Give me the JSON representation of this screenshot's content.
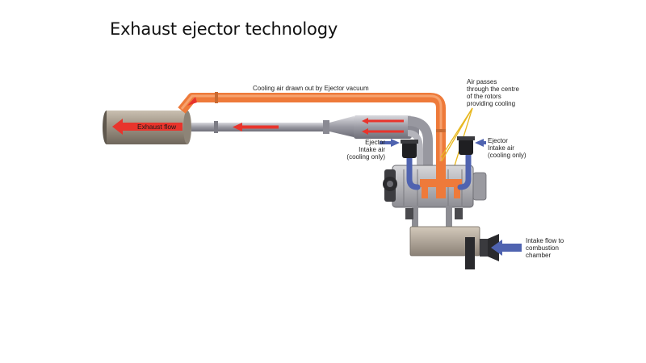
{
  "slide": {
    "title": "Exhaust ejector technology"
  },
  "diagram": {
    "labels": {
      "cooling_air": "Cooling air drawn out by Ejector vacuum",
      "exhaust_flow": "Exhaust flow",
      "air_passes": [
        "Air passes",
        "through the centre",
        "of the rotors",
        "providing cooling"
      ],
      "ejector_left": [
        "Ejector",
        "Intake air",
        "(cooling only)"
      ],
      "ejector_right": [
        "Ejector",
        "Intake air",
        "(cooling only)"
      ],
      "intake_flow": [
        "Intake flow to",
        "combustion",
        "chamber"
      ]
    },
    "colors": {
      "cooling_air_pipe": "#ee7a3a",
      "exhaust_arrow": "#e8342c",
      "intake_arrow": "#4f63b0",
      "body_metal": "#9e9384",
      "callout_line": "#e8b820"
    }
  }
}
